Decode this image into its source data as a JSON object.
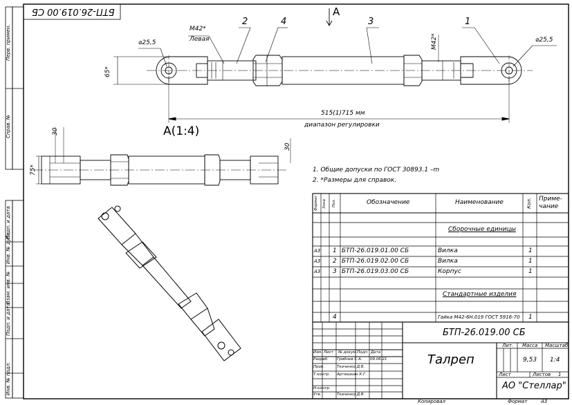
{
  "stamp_rotated": "БТП-26.019.00 СБ",
  "view_arrow_label": "А",
  "left_margin": [
    "Перв. примен.",
    "Справ. №",
    "Подп. и дата",
    "Инв. № дубл.",
    "Взам. инв. №",
    "Подп. и дата",
    "Инв. № подл."
  ],
  "main_view": {
    "diameters": [
      "⌀25,5",
      "⌀25,5"
    ],
    "thread_left": "М42*",
    "thread_left_note": "Левая",
    "thread_right": "М42*",
    "dim_height": "65*",
    "callouts": [
      "2",
      "4",
      "3",
      "1"
    ],
    "length_value": "515(1)715 мм",
    "length_note": "диапазон регулировки"
  },
  "view_a": {
    "label": "А(1:4)",
    "dim_left": "30",
    "dim_right": "30",
    "dim_height": "75*"
  },
  "notes": [
    "1. Общие допуски по ГОСТ 30893.1 –m",
    "2. *Размеры для справок."
  ],
  "spec": {
    "headers": {
      "format": "Формат",
      "zone": "Зона",
      "pos": "Поз.",
      "designation": "Обозначение",
      "name": "Наименование",
      "qty": "Кол.",
      "remark": "Приме-чание"
    },
    "section_assembly": "Сборочные единицы",
    "section_standard": "Стандартные изделия",
    "rows": [
      {
        "format": "А3",
        "pos": "1",
        "designation": "БТП-26.019.01.00 СБ",
        "name": "Вилка",
        "qty": "1"
      },
      {
        "format": "А3",
        "pos": "2",
        "designation": "БТП-26.019.02.00 СБ",
        "name": "Вилка",
        "qty": "1"
      },
      {
        "format": "А3",
        "pos": "3",
        "designation": "БТП-26.019.03.00 СБ",
        "name": "Корпус",
        "qty": "1"
      }
    ],
    "std_row": {
      "pos": "4",
      "name": "Гайка М42-6Н.019 ГОСТ 5916-70",
      "qty": "1"
    }
  },
  "title_block": {
    "doc_number": "БТП-26.019.00 СБ",
    "title": "Талреп",
    "org": "АО \"Стеллар\"",
    "lit_label": "Лит.",
    "mass_label": "Масса",
    "scale_label": "Масштаб",
    "mass_value": "9,53",
    "scale_value": "1:4",
    "sheet_label": "Лист",
    "sheets_label": "Листов",
    "sheets_value": "1",
    "change_headers": [
      "Изм.",
      "Лист",
      "№ докум.",
      "Подп.",
      "Дата"
    ],
    "roles": [
      {
        "role": "Разраб.",
        "name": "Грибнев С.А.",
        "date": "09.06.21"
      },
      {
        "role": "Пров.",
        "name": "Ткаченко Д.В.",
        "date": ""
      },
      {
        "role": "Т.контр.",
        "name": "Артюшкин К.Г.",
        "date": ""
      },
      {
        "role": "",
        "name": "",
        "date": ""
      },
      {
        "role": "Н.контр.",
        "name": "",
        "date": ""
      },
      {
        "role": "Утв.",
        "name": "Ткаченко Д.В.",
        "date": ""
      }
    ]
  },
  "footer": {
    "copied": "Копировал",
    "format_label": "Формат",
    "format_value": "А3"
  }
}
